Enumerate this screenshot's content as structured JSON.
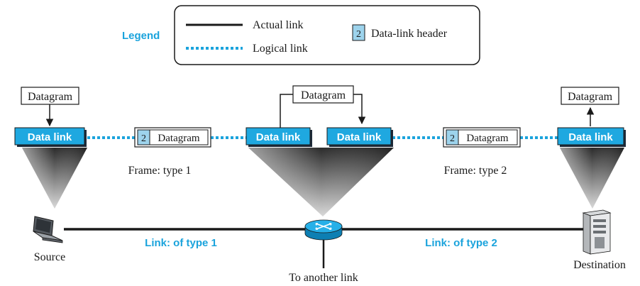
{
  "legend": {
    "title": "Legend",
    "actual_link": "Actual link",
    "logical_link": "Logical link",
    "header_number": "2",
    "header_label": "Data-link header"
  },
  "nodes": {
    "source": {
      "datagram": "Datagram",
      "data_link": "Data link",
      "label": "Source"
    },
    "router": {
      "datagram": "Datagram",
      "data_link_left": "Data link",
      "data_link_right": "Data link",
      "label": "To another link"
    },
    "destination": {
      "datagram": "Datagram",
      "data_link": "Data link",
      "label": "Destination"
    }
  },
  "frames": [
    {
      "header": "2",
      "payload": "Datagram",
      "caption": "Frame: type 1"
    },
    {
      "header": "2",
      "payload": "Datagram",
      "caption": "Frame: type 2"
    }
  ],
  "links": [
    {
      "label": "Link: of type 1"
    },
    {
      "label": "Link: of type 2"
    }
  ],
  "colors": {
    "accent": "#1aa3dc",
    "data_link_fill": "#1fa8e0",
    "header_fill": "#9dd3ec",
    "line": "#1a1a1a"
  },
  "icons": {
    "source": "laptop-icon",
    "router": "router-icon",
    "destination": "server-icon"
  }
}
